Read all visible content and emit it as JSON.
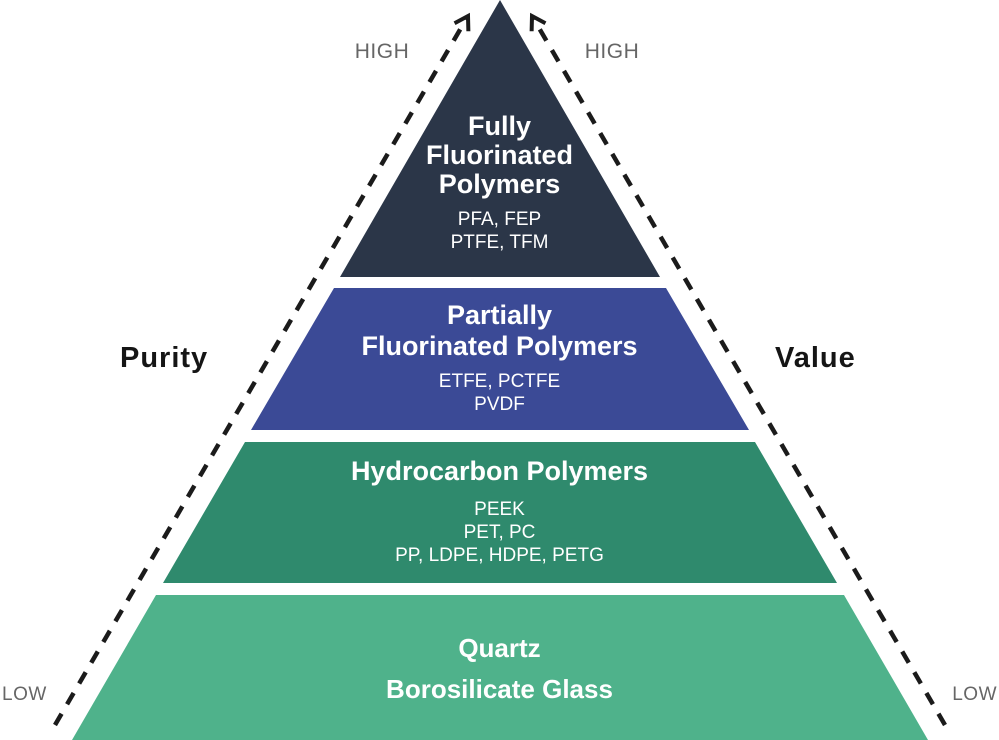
{
  "pyramid": {
    "tiers": [
      {
        "id": "fully-fluorinated-polymers",
        "heading_lines": [
          "Fully",
          "Fluorinated",
          "Polymers"
        ],
        "materials_lines": [
          "PFA, FEP",
          "PTFE, TFM"
        ],
        "color": "#2b3648"
      },
      {
        "id": "partially-fluorinated-polymers",
        "heading_lines": [
          "Partially",
          "Fluorinated Polymers"
        ],
        "materials_lines": [
          "ETFE, PCTFE",
          "PVDF"
        ],
        "color": "#3b4a96"
      },
      {
        "id": "hydrocarbon-polymers",
        "heading_lines": [
          "Hydrocarbon Polymers"
        ],
        "materials_lines": [
          "PEEK",
          "PET, PC",
          "PP, LDPE, HDPE, PETG"
        ],
        "color": "#2f8a6d"
      },
      {
        "id": "quartz-borosilicate-glass",
        "heading_lines": [
          "Quartz",
          "Borosilicate Glass"
        ],
        "materials_lines": [],
        "color": "#4fb28b"
      }
    ],
    "left_axis": {
      "label": "Purity",
      "high": "HIGH",
      "low": "LOW"
    },
    "right_axis": {
      "label": "Value",
      "high": "HIGH",
      "low": "LOW"
    },
    "colors": {
      "background": "#ffffff",
      "tier_text": "#ffffff",
      "axis_end_text": "#666666",
      "axis_label_text": "#151515",
      "dashed_line": "#1b1b1b"
    }
  }
}
